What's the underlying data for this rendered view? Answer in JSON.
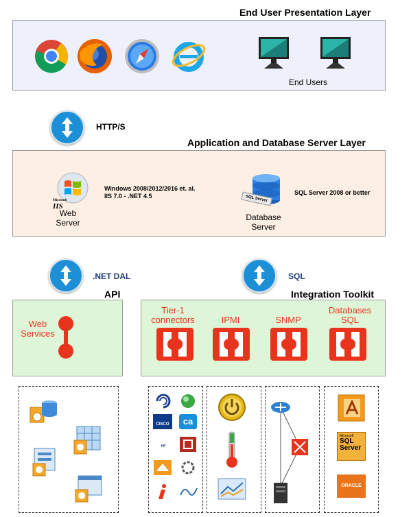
{
  "presentation": {
    "title": "End User Presentation Layer",
    "end_users": "End Users"
  },
  "protocols": {
    "https": "HTTP/S",
    "dal": ".NET DAL",
    "sql": "SQL"
  },
  "server_layer": {
    "title": "Application and Database Server Layer",
    "web_server": "Web\nServer",
    "web_server_env": "Windows 2008/2012/2016 et. al.\nIIS 7.0 - .NET 4.5",
    "db_server": "Database\nServer",
    "db_server_env": "SQL Server 2008 or better",
    "iis_badge_top": "Microsoft",
    "iis_badge": "IIS",
    "sql_badge": "SQL Server"
  },
  "api": {
    "title": "API",
    "web_services": "Web\nServices"
  },
  "integration": {
    "title": "Integration Toolkit",
    "connectors": [
      {
        "label": "Tier-1\nconnectors"
      },
      {
        "label": "IPMI"
      },
      {
        "label": "SNMP"
      },
      {
        "label": "Databases\nSQL"
      }
    ]
  },
  "vendor_logos": {
    "cisco": "CISCO",
    "ca": "ca",
    "hp": "HP OpenView",
    "ms": "Microsoft",
    "sqlserver": "SQL\nServer",
    "oracle": "ORACLE"
  },
  "colors": {
    "presentation_bg": "#eef0fb",
    "server_bg": "#fdefe3",
    "integration_bg": "#dff5d8",
    "accent_red": "#e8341c",
    "arrow_blue": "#1d8fd6"
  }
}
